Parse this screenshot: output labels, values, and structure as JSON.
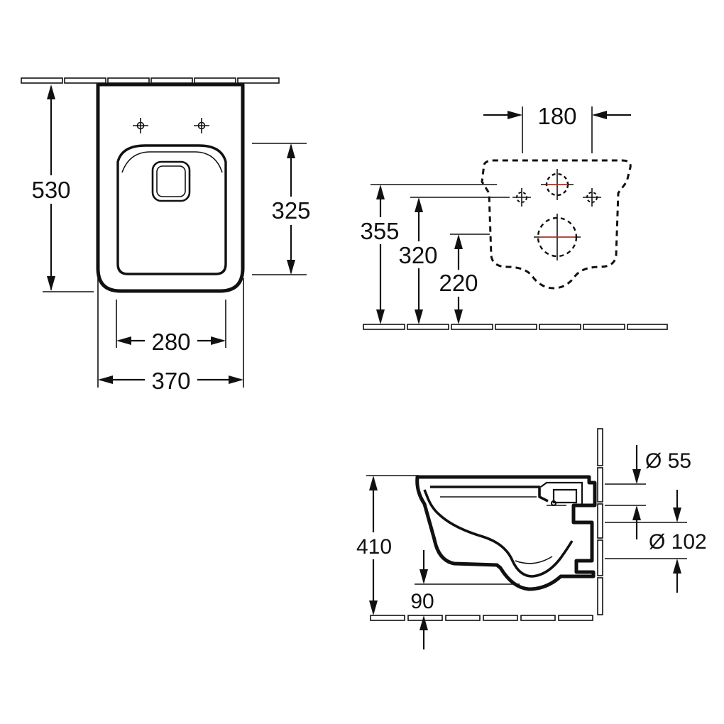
{
  "top_view": {
    "depth": "530",
    "seat_depth": "325",
    "inner_width": "280",
    "outer_width": "370"
  },
  "rear_view": {
    "bolt_spacing": "180",
    "height_upper": "355",
    "height_mid": "320",
    "height_lower": "220"
  },
  "side_view": {
    "total_height": "410",
    "outlet_height": "90",
    "inlet_diameter": "Ø 55",
    "outlet_diameter": "Ø 102"
  },
  "colors": {
    "line": "#111111",
    "accent": "#c0392b",
    "background": "#ffffff"
  }
}
